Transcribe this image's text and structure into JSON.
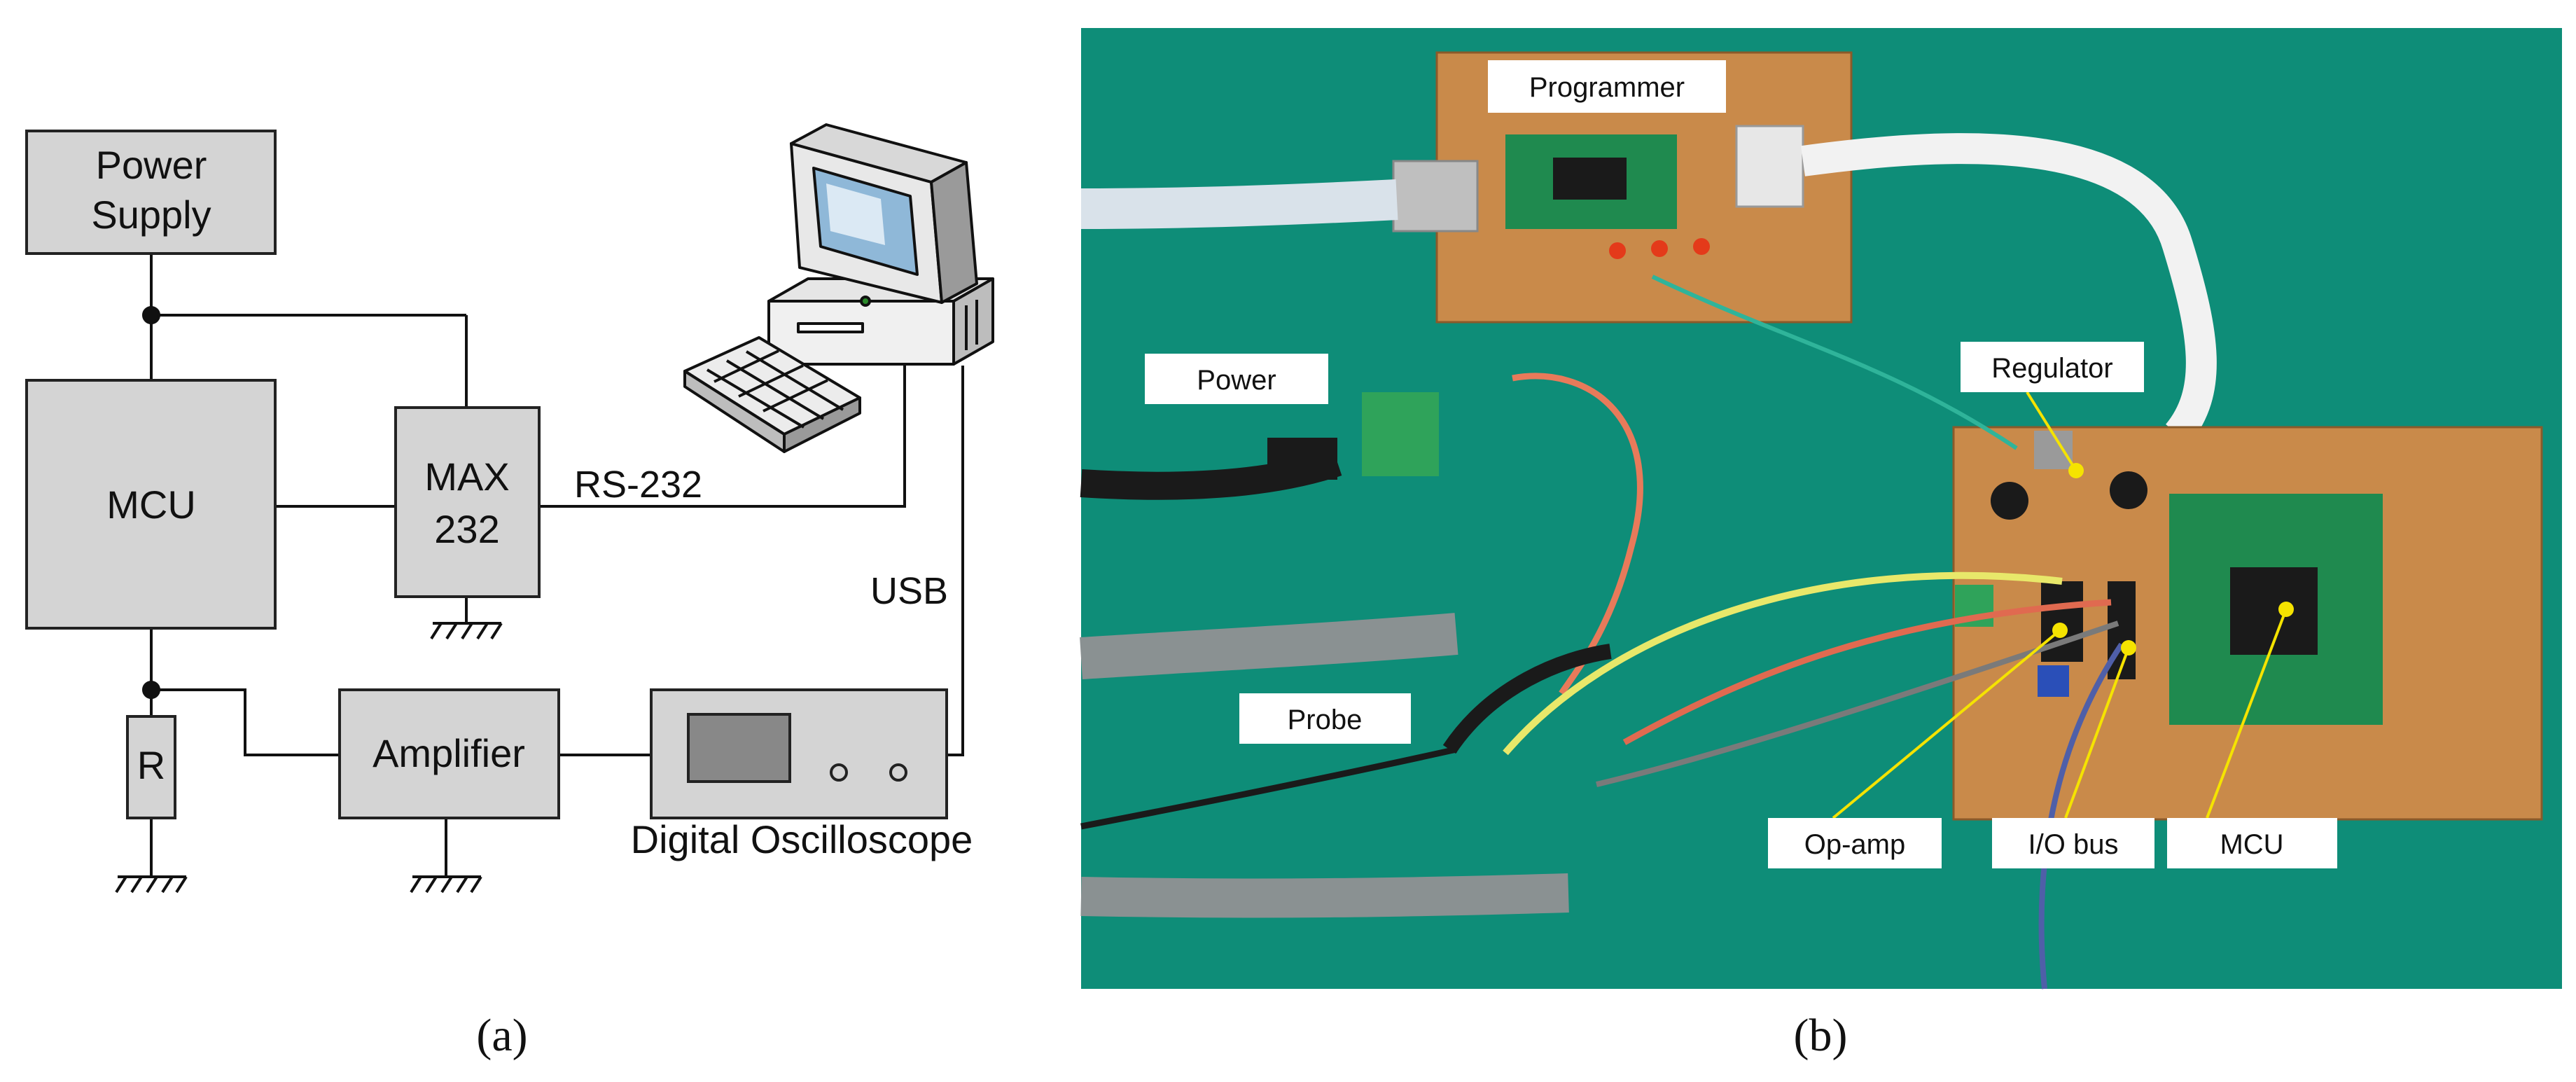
{
  "diagram_a": {
    "blocks": {
      "power_supply": [
        "Power",
        "Supply"
      ],
      "mcu": "MCU",
      "max232": [
        "MAX",
        "232"
      ],
      "resistor": "R",
      "amplifier": "Amplifier"
    },
    "labels": {
      "rs232": "RS-232",
      "usb": "USB",
      "oscilloscope": "Digital Oscilloscope"
    },
    "caption": "(a)"
  },
  "photo_b": {
    "callouts": {
      "programmer": "Programmer",
      "power": "Power",
      "regulator": "Regulator",
      "probe": "Probe",
      "opamp": "Op-amp",
      "io_bus": "I/O bus",
      "mcu": "MCU"
    },
    "caption": "(b)"
  },
  "colors": {
    "block_fill": "#d4d4d4",
    "line": "#111111",
    "board_bg": "#0e8d78",
    "pcb": "#c98a4a",
    "mcu_module": "#1f8a4f",
    "leader": "#f5e300"
  }
}
